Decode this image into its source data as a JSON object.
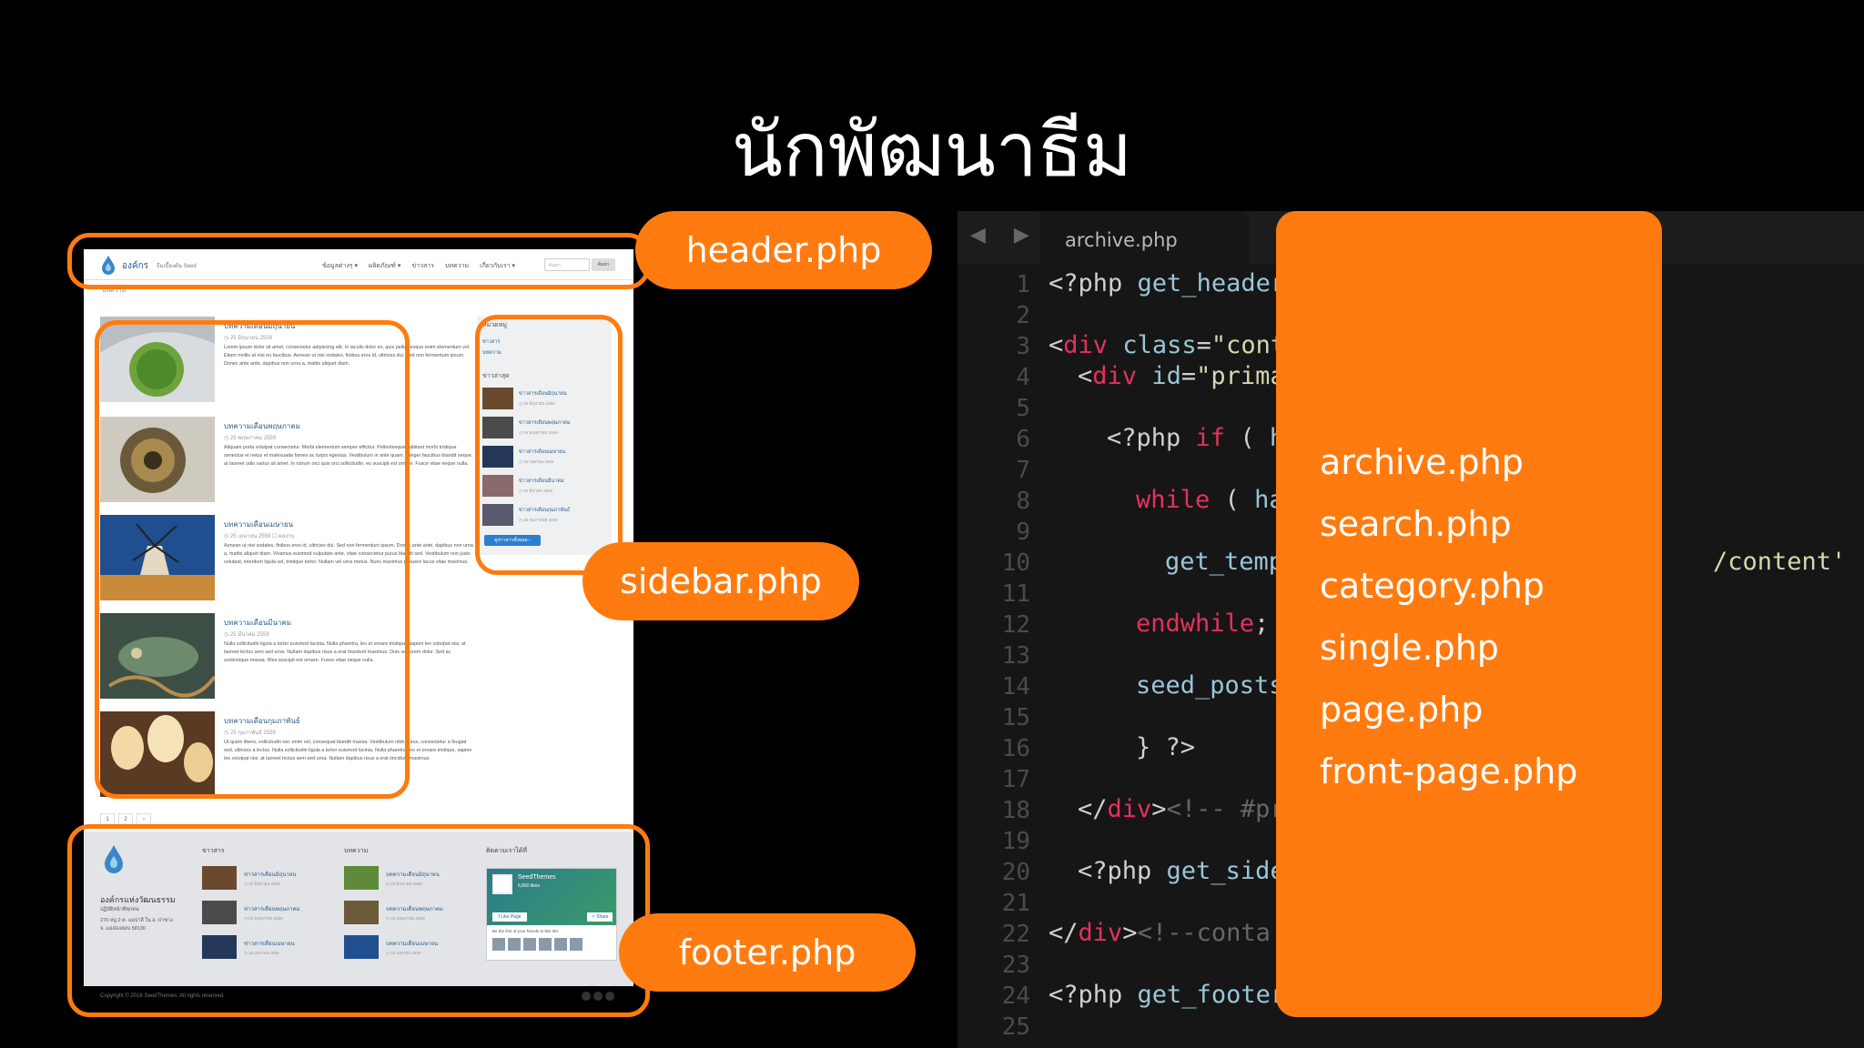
{
  "slide": {
    "title": "นักพัฒนาธีม"
  },
  "site": {
    "name": "องค์กร",
    "tagline": "ธีมเบื้องต้น Seed",
    "nav": [
      "ข้อมูลต่างๆ ▾",
      "ผลิตภัณฑ์ ▾",
      "ข่าวสาร",
      "บทความ",
      "เกี่ยวกับเรา ▾"
    ],
    "search_placeholder": "ค้นหา",
    "search_button": "ค้นหา",
    "breadcrumb": "บทความ",
    "posts": [
      {
        "title": "บทความเดือนมิถุนายน",
        "date": "◷ 25 มิถุนายน 2559",
        "excerpt": "Lorem ipsum dolor sit amet, consectetur adipiscing elit. In iaculis dolor ex, quis pellentesque enim elementum vel. Etiam mollis at nisl eu faucibus. Aenean ut nisi sodales, finibus eros id, ultricies dui. Sed non fermentum ipsum. Donec ante ante, dapibus non urna a, mattis aliquet diam."
      },
      {
        "title": "บทความเดือนพฤษภาคม",
        "date": "◷ 25 พฤษภาคม 2559",
        "excerpt": "Aliquam porta volutpat consectetur. Morbi elementum semper efficitur. Pellentesque habitant morbi tristique senectus et netus et malesuada fames ac turpis egestas. Vestibulum in ante quam. Integer faucibus blandit neque, at laoreet odio varius sit amet. In rutrum orci quis orci sollicitudin, eu suscipit est ornare. Fusce vitae neque nulla."
      },
      {
        "title": "บทความเดือนเมษายน",
        "date": "◷ 25 เมษายน 2559  ☐ ผลงาน",
        "excerpt": "Aenean ut nisi sodales, finibus eros id, ultricies dui. Sed non fermentum ipsum. Donec ante ante, dapibus non urna a, mattis aliquet diam. Vivamus euismod vulputate ante, vitae consectetur purus blandit sed. Vestibulum non justo volutpat, interdum ligula vel, tristique tortor. Nullam vel urna metus. Nunc maximus posuere lacus vitae maximus."
      },
      {
        "title": "บทความเดือนมีนาคม",
        "date": "◷ 25 มีนาคม 2559",
        "excerpt": "Nulla sollicitudin ligula a tortor euismod lacinia. Nulla pharetra, leo et ornare tristique, sapien leo volutpat nisi, at laoreet lectus sem sed urna. Nullam dapibus risus a erat tincidunt maximus. Duis vel lorem dolor. Sed ac scelerisque massa. Wes suscipit est ornare. Fusce vitae neque nulla."
      },
      {
        "title": "บทความเดือนกุมภาพันธ์",
        "date": "◷ 25 กุมภาพันธ์ 2559",
        "excerpt": "Ut quam libero, sollicitudin nec enim vel, consequat blandit massa. Vestibulum nibh purus, consectetur a feugiat sed, ultricies a lectus. Nulla sollicitudin ligula a tortor euismod lacinia. Nulla pharetra, leo et ornare tristique, sapien leo volutpat nisi, at laoreet lectus sem sed urna. Nullam dapibus risus a erat tincidunt maximus."
      }
    ],
    "sidebar": {
      "cat_head": "หมวดหมู่",
      "cat_links": [
        "ข่าวสาร",
        "บทความ"
      ],
      "recent_head": "ข่าวล่าสุด",
      "recent": [
        {
          "title": "ข่าวสารเดือนมิถุนายน",
          "date": "◷ 25 มิถุนายน 2559"
        },
        {
          "title": "ข่าวสารเดือนพฤษภาคม",
          "date": "◷ 25 พฤษภาคม 2559"
        },
        {
          "title": "ข่าวสารเดือนเมษายน",
          "date": "◷ 25 เมษายน 2559"
        },
        {
          "title": "ข่าวสารเดือนมีนาคม",
          "date": "◷ 25 มีนาคม 2559"
        },
        {
          "title": "ข่าวสารเดือนกุมภาพันธ์",
          "date": "◷ 25 กุมภาพันธ์ 2559"
        }
      ],
      "more_button": "ดูข่าวสารทั้งหมด ›"
    },
    "pager": [
      "1",
      "2",
      "›"
    ],
    "footer": {
      "org_name": "องค์กรแห่งวัฒนธรรม",
      "org_sub": "ปฏิบัติหน้าที่ทุกคน",
      "address": "270 หมู่ 2 ต. แม่ปาสี ใน อ. ป่าซาง จ. แม่ฮ่องสอน 58130",
      "news_head": "ข่าวสาร",
      "news": [
        {
          "title": "ข่าวสารเดือนมิถุนายน",
          "date": "◷ 25 มิถุนายน 2559"
        },
        {
          "title": "ข่าวสารเดือนพฤษภาคม",
          "date": "◷ 25 พฤษภาคม 2559"
        },
        {
          "title": "ข่าวสารเดือนเมษายน",
          "date": "◷ 25 เมษายน 2559"
        }
      ],
      "articles_head": "บทความ",
      "articles": [
        {
          "title": "บทความเดือนมิถุนายน",
          "date": "◷ 25 มิถุนายน 2559"
        },
        {
          "title": "บทความเดือนพฤษภาคม",
          "date": "◷ 25 พฤษภาคม 2559"
        },
        {
          "title": "บทความเดือนเมษายน",
          "date": "◷ 25 เมษายน 2559"
        }
      ],
      "follow_head": "ติดตามเราได้ที่",
      "fb": {
        "name": "SeedThemes",
        "likes": "6,860 likes",
        "like_button": "f Like Page",
        "share_button": "↗ Share",
        "text": "Be the first of your friends to like this"
      },
      "copyright": "Copyright © 2016 SeedThemes. All rights reserved."
    }
  },
  "labels": {
    "header": "header.php",
    "sidebar": "sidebar.php",
    "footer": "footer.php"
  },
  "editor": {
    "tab": "archive.php",
    "nav_arrows": "◀ ▶",
    "line_numbers": [
      "1",
      "2",
      "3",
      "4",
      "5",
      "6",
      "7",
      "8",
      "9",
      "10",
      "11",
      "12",
      "13",
      "14",
      "15",
      "16",
      "17",
      "18",
      "19",
      "20",
      "21",
      "22",
      "23",
      "24",
      "25"
    ]
  },
  "template_files": [
    "archive.php",
    "search.php",
    "category.php",
    "single.php",
    "page.php",
    "front-page.php"
  ]
}
